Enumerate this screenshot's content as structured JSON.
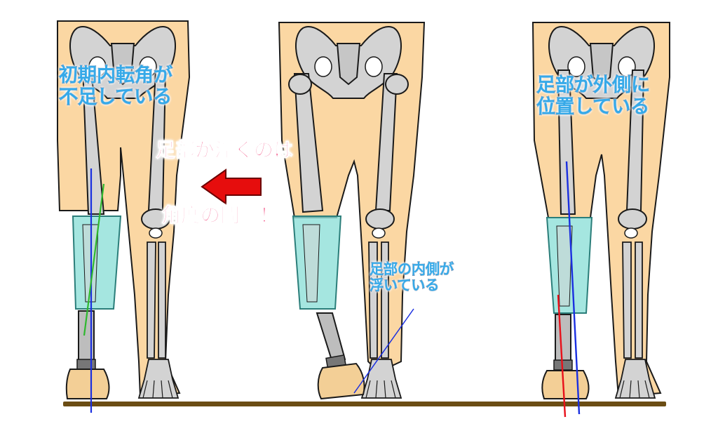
{
  "labels": {
    "left_caption_line1": "初期内転角が",
    "left_caption_line2": "不足している",
    "center_pink_line1": "足部が浮くのは",
    "center_pink_line2": "角度の問題！",
    "middle_caption_line1": "足部の内側が",
    "middle_caption_line2": "浮いている",
    "right_caption_line1": "足部が外側に",
    "right_caption_line2": "位置している"
  },
  "colors": {
    "skin": "#fbd7a3",
    "bone": "#d3d3d3",
    "socket": "#8fe0d8",
    "floor": "#6b4d14",
    "blue_line": "#1a2fe0",
    "green_line": "#2eb82e",
    "red_line": "#e8101a",
    "arrow": "#e60d0d"
  }
}
